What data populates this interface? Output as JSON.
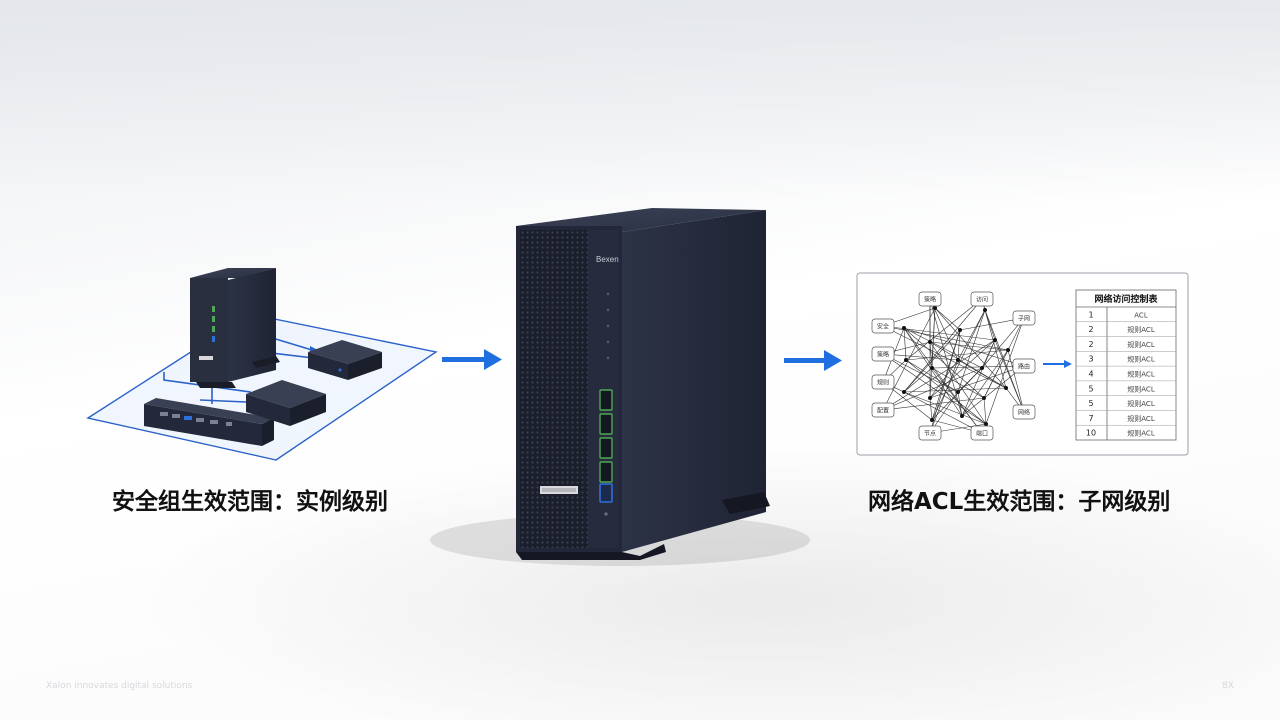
{
  "captions": {
    "left": "安全组生效范围：实例级别",
    "right": "网络ACL生效范围：子网级别"
  },
  "server_badge": "Bexen",
  "acl_table": {
    "title": "网络访问控制表",
    "rows": [
      {
        "id": "1",
        "rule": "ACL"
      },
      {
        "id": "2",
        "rule": "规则ACL"
      },
      {
        "id": "2",
        "rule": "规则ACL"
      },
      {
        "id": "3",
        "rule": "规则ACL"
      },
      {
        "id": "4",
        "rule": "规则ACL"
      },
      {
        "id": "5",
        "rule": "规则ACL"
      },
      {
        "id": "5",
        "rule": "规则ACL"
      },
      {
        "id": "7",
        "rule": "规则ACL"
      },
      {
        "id": "10",
        "rule": "规则ACL"
      }
    ]
  },
  "mesh_nodes": {
    "left": [
      "安全",
      "策略",
      "规则",
      "配置"
    ],
    "top": [
      "策略",
      "访问"
    ],
    "right": [
      "子网",
      "路由",
      "网络"
    ],
    "bottom": [
      "节点",
      "端口"
    ]
  },
  "footer": {
    "left": "Xalon innovates digital solutions",
    "right": "8X"
  },
  "colors": {
    "arrow": "#1f6fe0",
    "server_body": "#23283a",
    "network_line": "#2a62c9",
    "port_green": "#4ea855",
    "port_blue": "#2f6fd8"
  }
}
